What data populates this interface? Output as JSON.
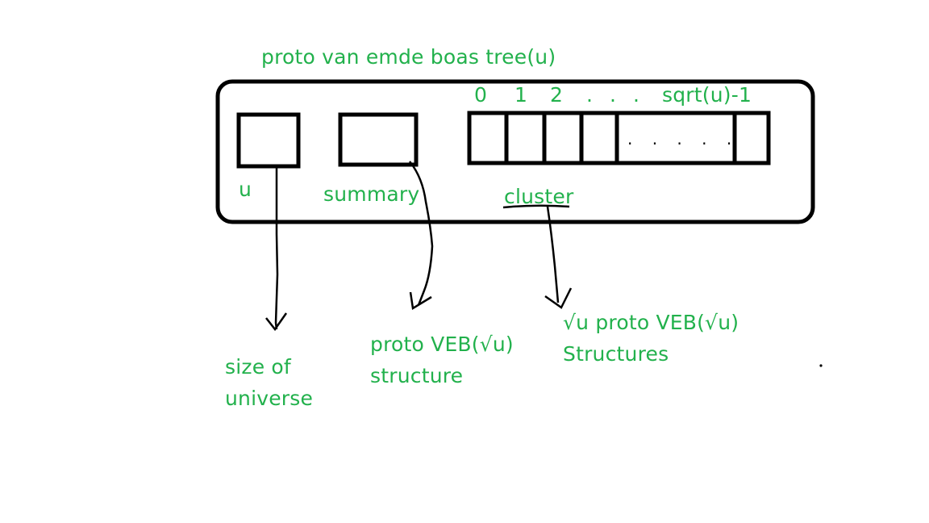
{
  "diagram": {
    "title": "proto van emde boas tree(u)",
    "text_color": "#22b14c",
    "line_color": "#000000",
    "fields": {
      "u": {
        "label": "u",
        "points_to": "size of universe"
      },
      "summary": {
        "label": "summary",
        "points_to": "proto VEB(√u) structure"
      },
      "cluster": {
        "label": "cluster",
        "indices": [
          "0",
          "1",
          "2",
          ".",
          ".",
          ".",
          "sqrt(u)-1"
        ],
        "cell_ellipsis": ". . . . .",
        "points_to": "√u proto VEB(√u) Structures"
      }
    },
    "annotations": {
      "u_target": [
        "size of",
        "universe"
      ],
      "summary_target": [
        "proto VEB(√u)",
        "structure"
      ],
      "cluster_target": [
        "√u proto VEB(√u)",
        "Structures"
      ]
    },
    "stray_mark": "."
  }
}
